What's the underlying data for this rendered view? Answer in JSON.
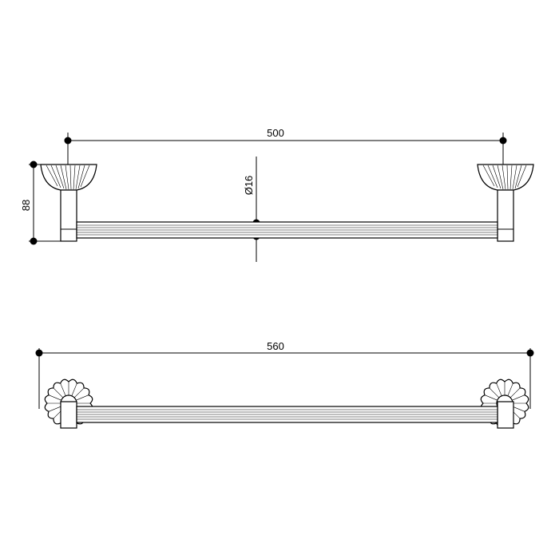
{
  "drawing": {
    "stroke_color": "#000000",
    "background_color": "#ffffff",
    "dimensions": {
      "top_width": "500",
      "height": "88",
      "diameter": "Ø16",
      "bottom_width": "560"
    }
  }
}
